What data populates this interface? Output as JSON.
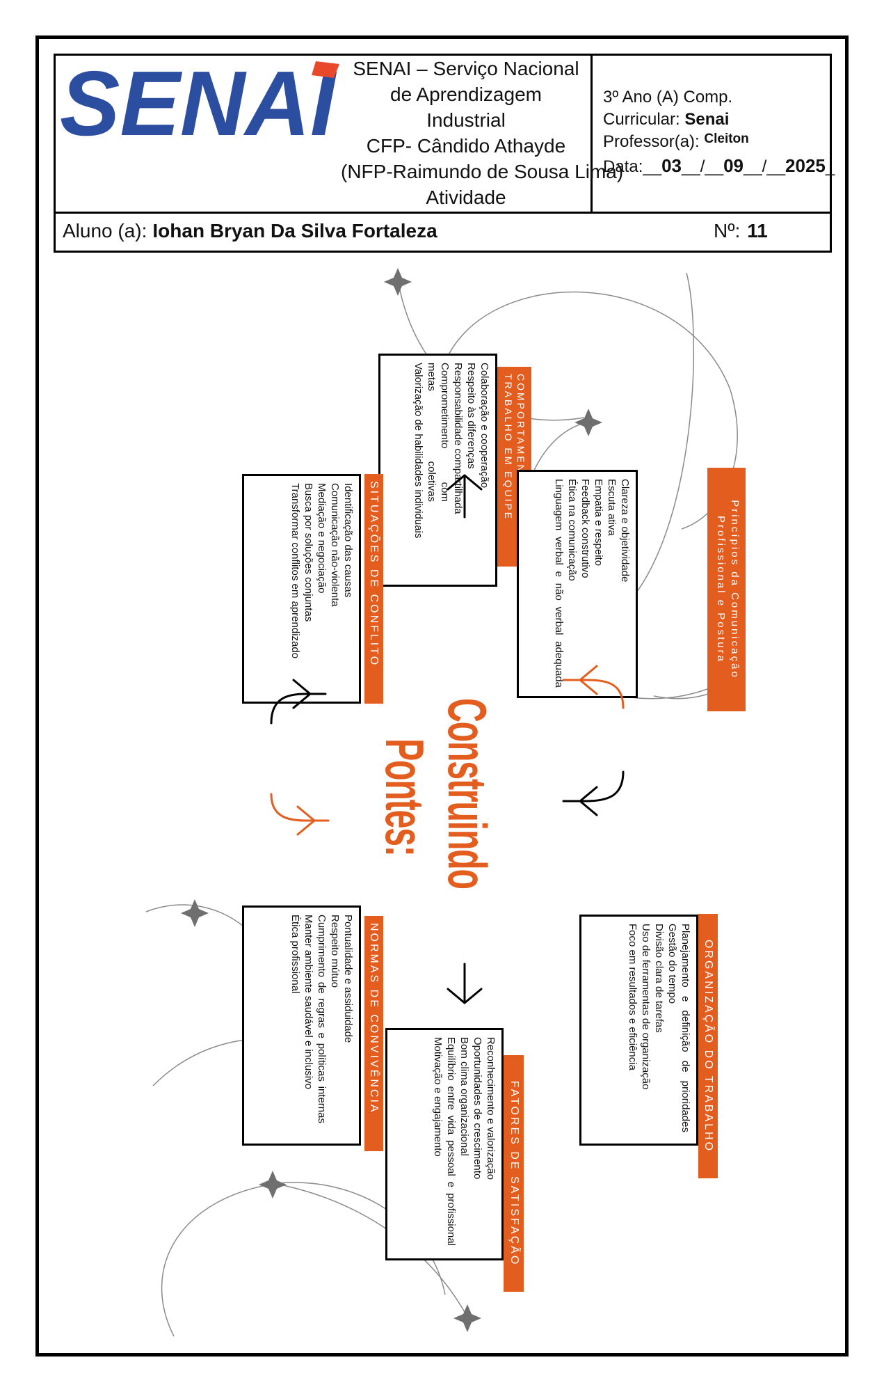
{
  "header": {
    "logo_text": "SENAI",
    "institution": [
      "SENAI – Serviço Nacional",
      "de Aprendizagem",
      "Industrial",
      "CFP- Cândido Athayde",
      "(NFP-Raimundo de Sousa Lima)",
      "Atividade"
    ],
    "class_line": "3º Ano (A) Comp.",
    "curricular_label": "Curricular:",
    "curricular_value": "Senai",
    "teacher_label": "Professor(a):",
    "teacher_value": "Cleiton",
    "date_label": "Data:",
    "date_day": "03",
    "date_month": "09",
    "date_year": "2025",
    "student_label": "Aluno (a):",
    "student_name": "Iohan Bryan Da Silva Fortaleza",
    "number_label": "Nº:",
    "number_value": "11"
  },
  "mindmap": {
    "title_line1": "Construindo",
    "title_line2": "Pontes:",
    "accent": "#e35d1f",
    "sections": [
      {
        "tag": "COMPORTAMENTO E TRABALHO EM EQUIPE",
        "tag_lines": [
          "COMPORTAMENTO E",
          "TRABALHO EM EQUIPE"
        ],
        "items": [
          "Colaboração e cooperação",
          "Respeito às diferenças",
          "Responsabilidade compartilhada",
          "Comprometimento com metas coletivas",
          "Valorização de habilidades individuais"
        ]
      },
      {
        "tag": "Princípios da Comunicação Profissional e Postura",
        "tag_lines": [
          "Princípios da Comunicação",
          "Profissional e Postura"
        ],
        "items": [
          "Clareza e objetividade",
          "Escuta ativa",
          "Empatia e respeito",
          "Feedback construtivo",
          "Ética na comunicação",
          "Linguagem verbal e não verbal adequada"
        ]
      },
      {
        "tag": "SITUAÇÕES DE CONFLITO",
        "tag_lines": [
          "SITUAÇÕES DE CONFLITO"
        ],
        "items": [
          "Identificação das causas",
          "Comunicação não-violenta",
          "Mediação e negociação",
          "Busca por soluções conjuntas",
          "Transformar conflitos em aprendizado"
        ]
      },
      {
        "tag": "ORGANIZAÇÃO DO TRABALHO",
        "tag_lines": [
          "ORGANIZAÇÃO DO TRABALHO"
        ],
        "items": [
          "Planejamento e definição de prioridades",
          "Gestão do tempo",
          "Divisão clara de tarefas",
          "Uso de ferramentas de organização",
          "Foco em resultados e eficiência"
        ]
      },
      {
        "tag": "NORMAS DE CONVIVÊNCIA",
        "tag_lines": [
          "NORMAS DE CONVIVÊNCIA"
        ],
        "items": [
          "Pontualidade e assiduidade",
          "Respeito mútuo",
          "Cumprimento de regras e políticas internas",
          "Manter ambiente saudável e inclusivo",
          "Ética profissional"
        ]
      },
      {
        "tag": "FATORES DE SATISFAÇÃO",
        "tag_lines": [
          "FATORES DE SATISFAÇÃO"
        ],
        "items": [
          "Reconhecimento e valorização",
          "Oportunidades de crescimento",
          "Bom clima organizacional",
          "Equilíbrio entre vida pessoal e profissional",
          "Motivação e engajamento"
        ]
      }
    ]
  }
}
